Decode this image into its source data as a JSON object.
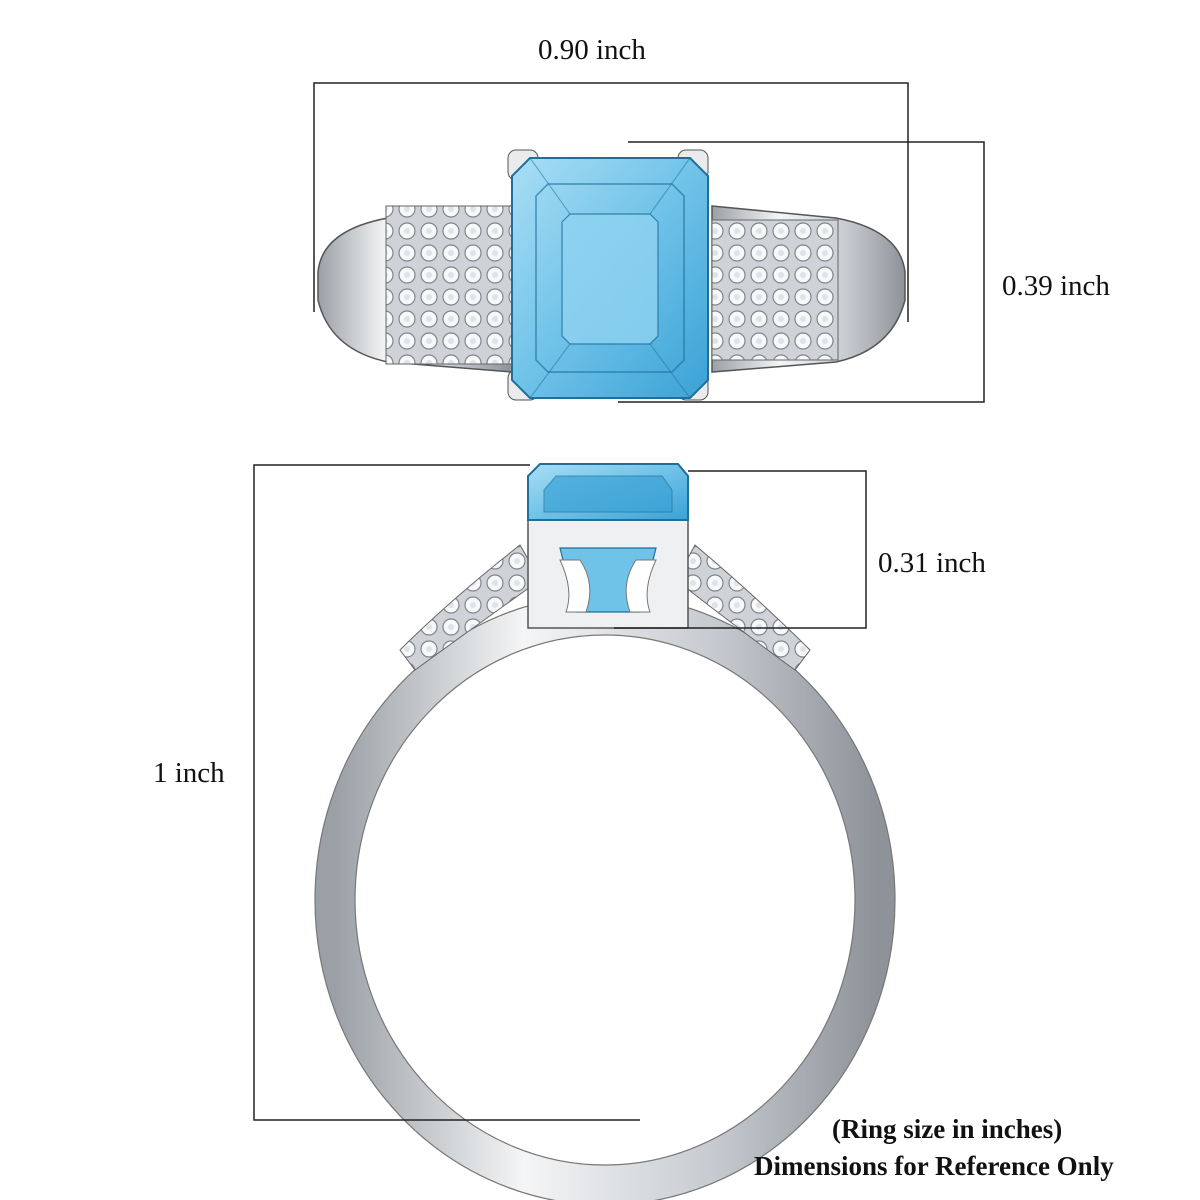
{
  "dimensions": {
    "top_width": "0.90 inch",
    "top_height": "0.39 inch",
    "side_height": "0.31 inch",
    "overall_height": "1 inch"
  },
  "footnote": {
    "line1": "(Ring size in inches)",
    "line2": "Dimensions for Reference Only"
  },
  "colors": {
    "gem": "#7cc9ea",
    "gem_dark": "#2a8fc4",
    "metal": "#d9dde1",
    "outline": "#222222"
  }
}
